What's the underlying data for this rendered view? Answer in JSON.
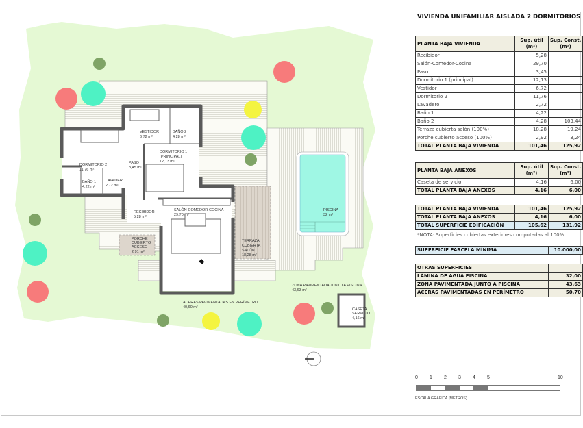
{
  "title": "VIVIENDA UNIFAMILIAR AISLADA 2 DORMITORIOS",
  "columns": {
    "util": "Sup. útil (m²)",
    "util_l1": "Sup. útil",
    "util_l2": "(m²)",
    "const_l1": "Sup. Const.",
    "const_l2": "(m²)"
  },
  "vivienda": {
    "header": "PLANTA BAJA VIVIENDA",
    "rows": [
      {
        "name": "Recibidor",
        "util": "5,28",
        "const": ""
      },
      {
        "name": "Salón-Comedor-Cocina",
        "util": "29,70",
        "const": ""
      },
      {
        "name": "Paso",
        "util": "3,45",
        "const": ""
      },
      {
        "name": "Dormitorio 1 (principal)",
        "util": "12,13",
        "const": ""
      },
      {
        "name": "Vestidor",
        "util": "6,72",
        "const": ""
      },
      {
        "name": "Dormitorio 2",
        "util": "11,76",
        "const": ""
      },
      {
        "name": "Lavadero",
        "util": "2,72",
        "const": ""
      },
      {
        "name": "Baño 1",
        "util": "4,22",
        "const": ""
      },
      {
        "name": "Baño 2",
        "util": "4,28",
        "const": "103,44"
      },
      {
        "name": "Terraza cubierta salón (100%)",
        "util": "18,28",
        "const": "19,24"
      },
      {
        "name": "Porche cubierto acceso (100%)",
        "util": "2,92",
        "const": "3,24"
      }
    ],
    "total": {
      "name": "TOTAL PLANTA BAJA VIVIENDA",
      "util": "101,46",
      "const": "125,92"
    }
  },
  "anexos": {
    "header": "PLANTA BAJA ANEXOS",
    "rows": [
      {
        "name": "Caseta de servicio",
        "util": "4,16",
        "const": "6,00"
      }
    ],
    "total": {
      "name": "TOTAL PLANTA BAJA ANEXOS",
      "util": "4,16",
      "const": "6,00"
    }
  },
  "summary": {
    "rows": [
      {
        "name": "TOTAL PLANTA BAJA VIVIENDA",
        "util": "101,46",
        "const": "125,92"
      },
      {
        "name": "TOTAL PLANTA BAJA ANEXOS",
        "util": "4,16",
        "const": "6,00"
      }
    ],
    "total": {
      "name": "TOTAL SUPERFICIE EDIFICACIÓN",
      "util": "105,62",
      "const": "131,92"
    },
    "note": "*NOTA: Superficies cubiertas exteriores computadas al 100%"
  },
  "parcela": {
    "name": "SUPERFICIE PARCELA MÍNIMA",
    "value": "10.000,00"
  },
  "otras": {
    "header": "OTRAS SUPERFICIES",
    "rows": [
      {
        "name": "LÁMINA DE AGUA PISCINA",
        "value": "32,00"
      },
      {
        "name": "ZONA PAVIMENTADA JUNTO A PISCINA",
        "value": "43,63"
      },
      {
        "name": "ACERAS PAVIMENTADAS EN PERÍMETRO",
        "value": "50,70"
      }
    ]
  },
  "scale": {
    "ticks": [
      "0",
      "1",
      "2",
      "3",
      "4",
      "5",
      "10"
    ],
    "caption": "ESCALA GRÁFICA (METROS)"
  },
  "plan": {
    "rooms": {
      "vestidor": {
        "name": "VESTIDOR",
        "area": "6,72 m²"
      },
      "bano2": {
        "name": "BAÑO 2",
        "area": "4,28 m²"
      },
      "dorm2": {
        "name": "DORMITORIO 2",
        "area": "11,76 m²"
      },
      "paso": {
        "name": "PASO",
        "area": "3,45 m²"
      },
      "dorm1": {
        "name": "DORMITORIO 1",
        "name2": "(PRINCIPAL)",
        "area": "12,13 m²"
      },
      "bano1": {
        "name": "BAÑO 1",
        "area": "4,22 m²"
      },
      "lavadero": {
        "name": "LAVADERO",
        "area": "2,72 m²"
      },
      "recibidor": {
        "name": "RECIBIDOR",
        "area": "5,28 m²"
      },
      "salon": {
        "name": "SALÓN-COMEDOR-COCINA",
        "area": "29,70 m²"
      },
      "porche": {
        "name": "PORCHE",
        "name2": "CUBIERTO",
        "name3": "ACCESO",
        "area": "2,91 m²"
      },
      "terraza": {
        "name": "TERRAZA",
        "name2": "CUBIERTA",
        "name3": "SALÓN",
        "area": "18,28 m²"
      },
      "piscina": {
        "name": "PISCINA",
        "area": "32 m²"
      },
      "zona": {
        "name": "ZONA PAVIMENTADA JUNTO A PISCINA",
        "area": "43,63 m²"
      },
      "aceras": {
        "name": "ACERAS PAVIMENTADAS EN PERÍMETRO",
        "area": "40,60 m²"
      },
      "caseta": {
        "name": "CASETA",
        "name2": "SERVICIO",
        "area": "4,16 m²"
      }
    },
    "colors": {
      "garden": "#e6f9d6",
      "tree_red": "#f77b7b",
      "tree_teal": "#4ef2c4",
      "tree_green": "#7fa466",
      "tree_yellow": "#f4f440",
      "pool": "#9ff7e4",
      "wall": "#5a5a5a",
      "terrace": "#ddd8d0"
    }
  }
}
